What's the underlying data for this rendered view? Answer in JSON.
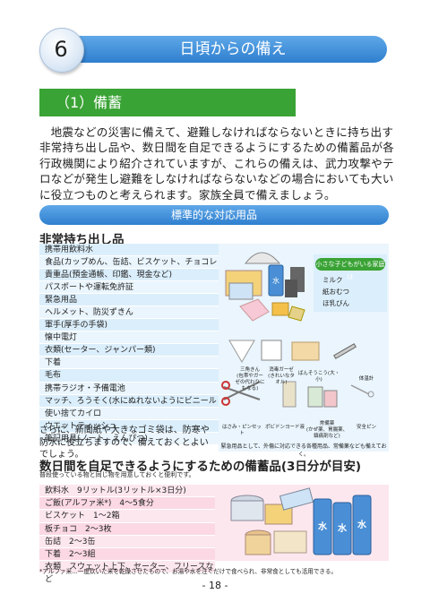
{
  "chapter": {
    "number": "6",
    "title": "日頃からの備え"
  },
  "section": {
    "title": "（1）備蓄"
  },
  "intro": "地震などの災害に備えて、避難しなければならないときに持ち出す非常持ち出し品や、数日間を自足できるようにするための備蓄品が各行政機関により紹介されていますが、これらの備えは、武力攻撃やテロなどが発生し避難をしなければならないなどの場合においても大いに役立つものと考えられます。家族全員で備えましょう。",
  "standard_items_title": "標準的な対応用品",
  "grab_bag": {
    "heading": "非常持ち出し品",
    "items": [
      "携帯用飲料水",
      "食品(カップめん、缶詰、ビスケット、チョコレートなど)",
      "貴重品(預金通帳、印鑑、現金など)",
      "パスポートや運転免許証",
      "緊急用品",
      "ヘルメット、防災ずきん",
      "軍手(厚手の手袋)",
      "懐中電灯",
      "衣類(セーター、ジャンパー類)",
      "下着",
      "毛布",
      "携帯ラジオ・予備電池",
      "マッチ、ろうそく(水にぬれないようにビニールでくるむ)",
      "使い捨てカイロ",
      "ウエットティッシュ",
      "筆記用具(ノート、えんぴつ)"
    ],
    "note": "さらに、新聞紙や大きなゴミ袋は、防寒や防水に役立ちますので、備えておくとよいでしょう。"
  },
  "kids": {
    "title": "小さな子どもがいる家庭は",
    "items": [
      "ミルク",
      "紙おむつ",
      "ほ乳びん"
    ]
  },
  "first_aid": {
    "labels": {
      "sankaku": "三角きん",
      "sankaku_sub": "(包帯やガーゼの代わりにもなる)",
      "gauze": "消毒ガーゼ",
      "gauze_sub": "(きれいなタオル)",
      "bandaid": "ばんそうこう(大・小)",
      "thermo": "体温計",
      "scissors": "はさみ・ピンセット",
      "alcohol": "ポビドンヨード液",
      "meds": "常備薬",
      "meds_sub": "(かぜ薬、胃腸薬、鎮痛剤など)",
      "pin": "安全ピン"
    },
    "note": "緊急用品として、外傷に対応できる各種用品、常備薬なども備えておく。"
  },
  "stockpile": {
    "heading": "数日間を自足できるようにするための備蓄品(3日分が目安)",
    "subheading": "普段使っている物と同じ物を用意しておくと便利です。",
    "items": [
      "飲料水　9リットル(3リットル×3日分)",
      "ご飯(アルファ米*)　4〜5食分",
      "ビスケット　1〜2箱",
      "板チョコ　2〜3枚",
      "缶詰　2〜3缶",
      "下着　2〜3組",
      "衣類　スウェット上下、セーター、フリースなど"
    ],
    "bottle_label": "水"
  },
  "footnote": "*アルファ米…一度炊いた米を乾燥させたもので、お湯や水を注ぐだけで食べられ、非常食としても活用できる。",
  "page_number": "- 18 -",
  "colors": {
    "blue": "#3f8fd8",
    "green": "#3aa335",
    "light_blue": "#dbeefb",
    "pink": "#fde7ef"
  }
}
